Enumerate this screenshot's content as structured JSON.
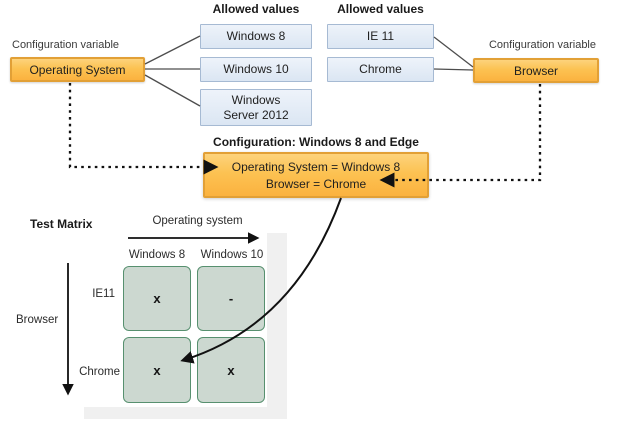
{
  "diagram": {
    "os_variable": {
      "label": "Configuration variable",
      "name": "Operating System",
      "allowed_heading": "Allowed values",
      "values": [
        "Windows 8",
        "Windows 10",
        "Windows Server 2012"
      ]
    },
    "browser_variable": {
      "label": "Configuration variable",
      "name": "Browser",
      "allowed_heading": "Allowed values",
      "values": [
        "IE 11",
        "Chrome"
      ]
    },
    "configuration": {
      "heading": "Configuration: Windows 8 and Edge",
      "line1": "Operating System = Windows 8",
      "line2": "Browser = Chrome"
    },
    "matrix": {
      "title": "Test Matrix",
      "x_axis_label": "Operating system",
      "y_axis_label": "Browser",
      "columns": [
        "Windows 8",
        "Windows 10"
      ],
      "rows": [
        "IE11",
        "Chrome"
      ],
      "cells": [
        [
          "x",
          "-"
        ],
        [
          "x",
          "x"
        ]
      ]
    },
    "colors": {
      "variable_box_fill": "#FCC252",
      "variable_box_border": "#E2A036",
      "value_box_fill": "#DBE6F3",
      "value_box_border": "#A6BAD3",
      "matrix_cell_fill": "#CCD8D0",
      "matrix_cell_border": "#57906F",
      "shadow_gray": "#F0F0F0",
      "line_color": "#1A1A1A"
    }
  }
}
